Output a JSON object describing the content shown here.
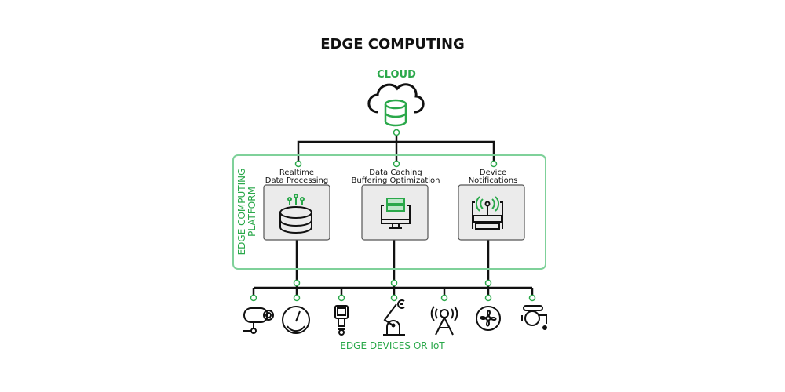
{
  "title": "EDGE COMPUTING",
  "cloud": {
    "label": "CLOUD",
    "icon": "cloud-database-icon"
  },
  "platform": {
    "label_line1": "EDGE COMPUTING",
    "label_line2": "PLATFORM",
    "services": [
      {
        "line1": "Realtime",
        "line2": "Data Processing",
        "icon": "database-processing-icon"
      },
      {
        "line1": "Data Caching",
        "line2": "Buffering Optimization",
        "icon": "monitor-server-icon"
      },
      {
        "line1": "Device",
        "line2": "Notifications",
        "icon": "router-signal-icon"
      }
    ]
  },
  "devices": {
    "label": "EDGE DEVICES OR IoT",
    "items": [
      {
        "icon": "camera-icon"
      },
      {
        "icon": "gauge-icon"
      },
      {
        "icon": "sensor-icon"
      },
      {
        "icon": "robotic-arm-icon"
      },
      {
        "icon": "antenna-tower-icon"
      },
      {
        "icon": "fan-icon"
      },
      {
        "icon": "pump-icon"
      }
    ]
  },
  "colors": {
    "accent": "#2aa84a",
    "line": "#111111",
    "box_fill": "#ebebeb"
  }
}
